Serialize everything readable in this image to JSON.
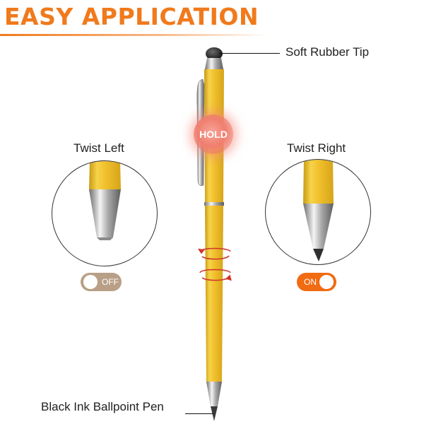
{
  "header": {
    "title": "EASY APPLICATION"
  },
  "callouts": {
    "top": "Soft Rubber Tip",
    "bottom": "Black Ink Ballpoint Pen"
  },
  "hold": {
    "label": "HOLD"
  },
  "left_panel": {
    "heading": "Twist Left",
    "toggle_label": "OFF",
    "toggle_state": "off"
  },
  "right_panel": {
    "heading": "Twist Right",
    "toggle_label": "ON",
    "toggle_state": "on"
  },
  "colors": {
    "accent_orange": "#f07a1c",
    "pen_yellow": "#f2c12e",
    "toggle_off": "#b89f86",
    "toggle_on": "#f06b12"
  },
  "icons": [
    "rotate-left-arrow-icon",
    "rotate-right-arrow-icon"
  ]
}
